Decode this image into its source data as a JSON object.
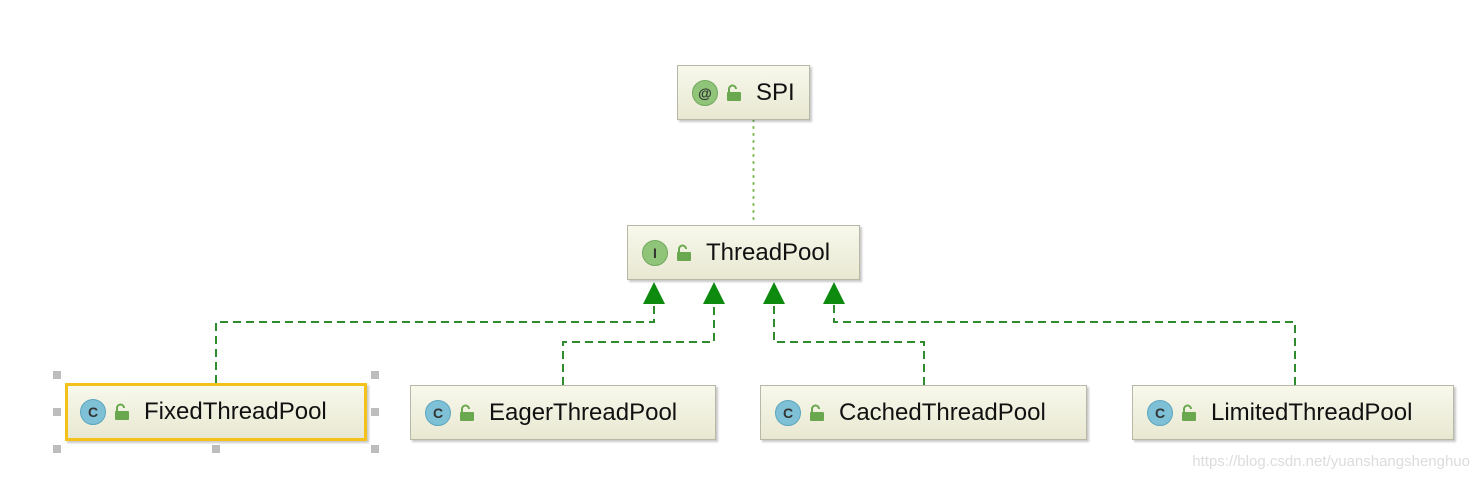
{
  "diagram": {
    "nodes": [
      {
        "id": "spi",
        "label": "SPI",
        "kind": "annotation",
        "kind_letter": "@"
      },
      {
        "id": "threadpool",
        "label": "ThreadPool",
        "kind": "interface",
        "kind_letter": "I"
      },
      {
        "id": "fixed",
        "label": "FixedThreadPool",
        "kind": "class",
        "kind_letter": "C",
        "selected": true
      },
      {
        "id": "eager",
        "label": "EagerThreadPool",
        "kind": "class",
        "kind_letter": "C"
      },
      {
        "id": "cached",
        "label": "CachedThreadPool",
        "kind": "class",
        "kind_letter": "C"
      },
      {
        "id": "limited",
        "label": "LimitedThreadPool",
        "kind": "class",
        "kind_letter": "C"
      }
    ],
    "edges": [
      {
        "from": "threadpool",
        "to": "spi",
        "type": "annotation-usage"
      },
      {
        "from": "fixed",
        "to": "threadpool",
        "type": "implements"
      },
      {
        "from": "eager",
        "to": "threadpool",
        "type": "implements"
      },
      {
        "from": "cached",
        "to": "threadpool",
        "type": "implements"
      },
      {
        "from": "limited",
        "to": "threadpool",
        "type": "implements"
      }
    ],
    "colors": {
      "implements_edge": "#2e8b2e",
      "arrowhead": "#0e8a0e",
      "annotation_edge": "#77b84a",
      "selection_border": "#f2c21b",
      "node_fill_top": "#f8f8ec",
      "node_fill_bottom": "#e8e8d2"
    }
  },
  "watermark": "https://blog.csdn.net/yuanshangshenghuo"
}
